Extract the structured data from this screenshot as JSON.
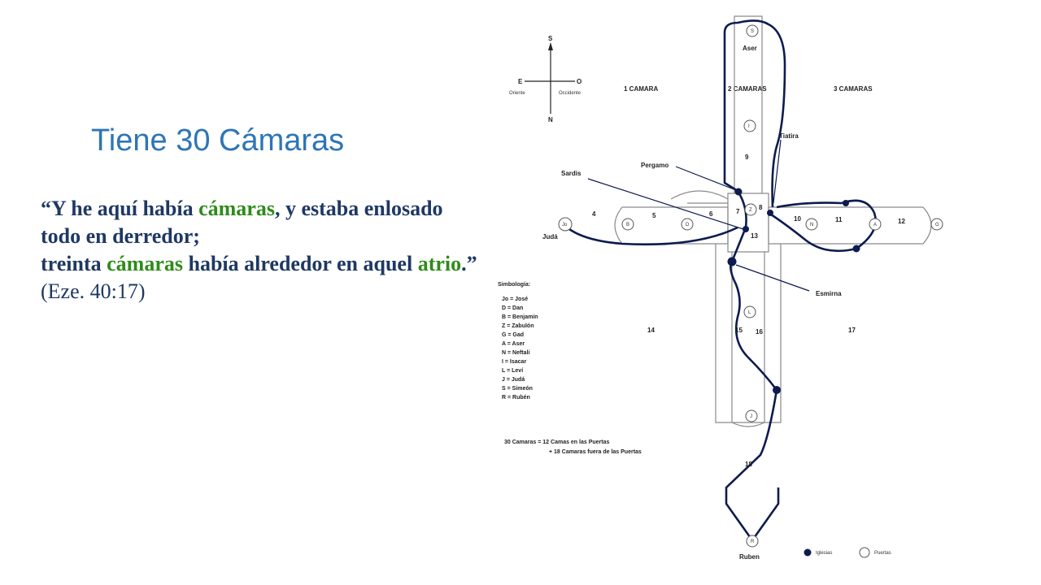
{
  "slide": {
    "title": "Tiene 30 Cámaras",
    "quote": {
      "open": "“Y he aquí había ",
      "w1": "cámaras",
      "p2": ", y estaba enlosado todo en derredor;",
      "p3": "treinta ",
      "w2": "cámaras",
      "p4": " había alrededor en aquel ",
      "w3": "atrio",
      "p5": ".”",
      "ref": " (Eze. 40:17)"
    }
  },
  "diagram": {
    "compass": {
      "S": "S",
      "N": "N",
      "E": "E",
      "O": "O",
      "oriente": "Oriente",
      "occidente": "Occidente"
    },
    "headers": {
      "c1": "1 CAMARA",
      "c2": "2 CAMARAS",
      "c3": "3 CAMARAS"
    },
    "places": {
      "aser": "Aser",
      "tiatira": "Tiatira",
      "pergamo": "Pergamo",
      "sardis": "Sardis",
      "juda": "Judá",
      "esmirna": "Esmirna",
      "ruben": "Ruben"
    },
    "gates": {
      "S": "S",
      "I": "I",
      "Z": "Z",
      "Jo": "Jo",
      "B": "B",
      "D": "D",
      "N": "N",
      "A": "A",
      "G": "G",
      "L": "L",
      "J": "J",
      "R": "R"
    },
    "numbers": {
      "n4": "4",
      "n5": "5",
      "n6": "6",
      "n7": "7",
      "n8": "8",
      "n9": "9",
      "n10": "10",
      "n11": "11",
      "n12": "12",
      "n13": "13",
      "n14": "14",
      "n15": "15",
      "n16": "16",
      "n17": "17",
      "n18": "18"
    },
    "symbology": {
      "title": "Simbología:",
      "items": [
        "Jo = José",
        "D  = Dan",
        "B  = Benjamin",
        "Z  = Zabulón",
        "G  = Gad",
        "A  = Aser",
        "N  = Neftali",
        "I  = Isacar",
        "L  = Leví",
        "J  = Judá",
        "S  = Simeón",
        "R  = Rubén"
      ]
    },
    "note": {
      "line1": "30 Camaras = 12 Camas en las Puertas",
      "line2": "+ 18 Camaras  fuera de las Puertas"
    },
    "legend": {
      "iglesias": "Iglesias",
      "puertas": "Puertas"
    },
    "colors": {
      "path": "#0d1b4f",
      "outline": "#7a7a7a"
    }
  }
}
